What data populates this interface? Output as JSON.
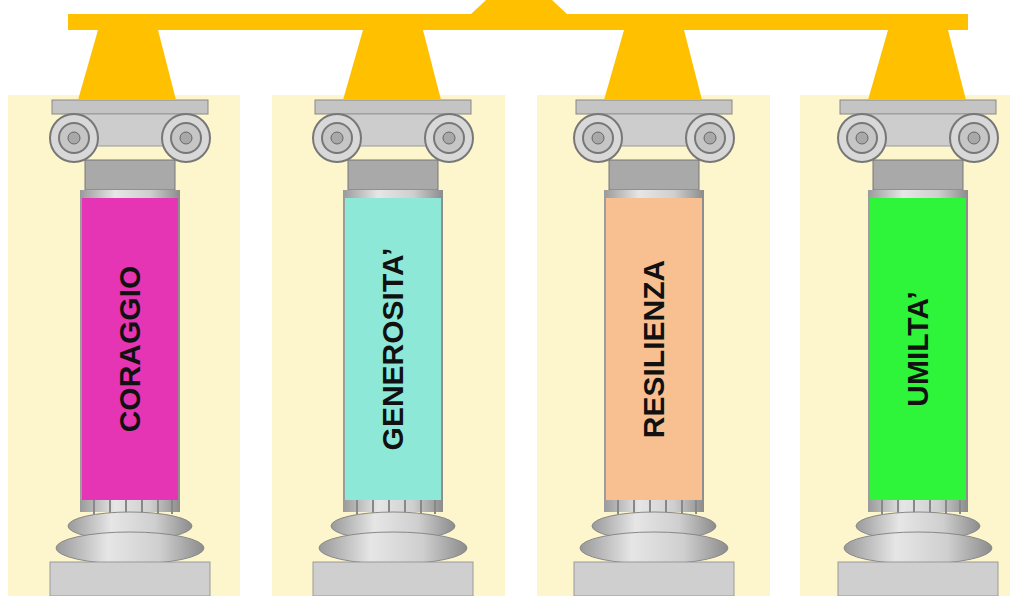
{
  "diagram": {
    "nodes": [
      {
        "text": [
          "CORAGGIO"
        ]
      },
      {
        "text": [
          "GENEROSITA’"
        ]
      },
      {
        "text": [
          "RESILIENZA"
        ]
      },
      {
        "text": [
          "UMILTA’"
        ]
      }
    ]
  }
}
